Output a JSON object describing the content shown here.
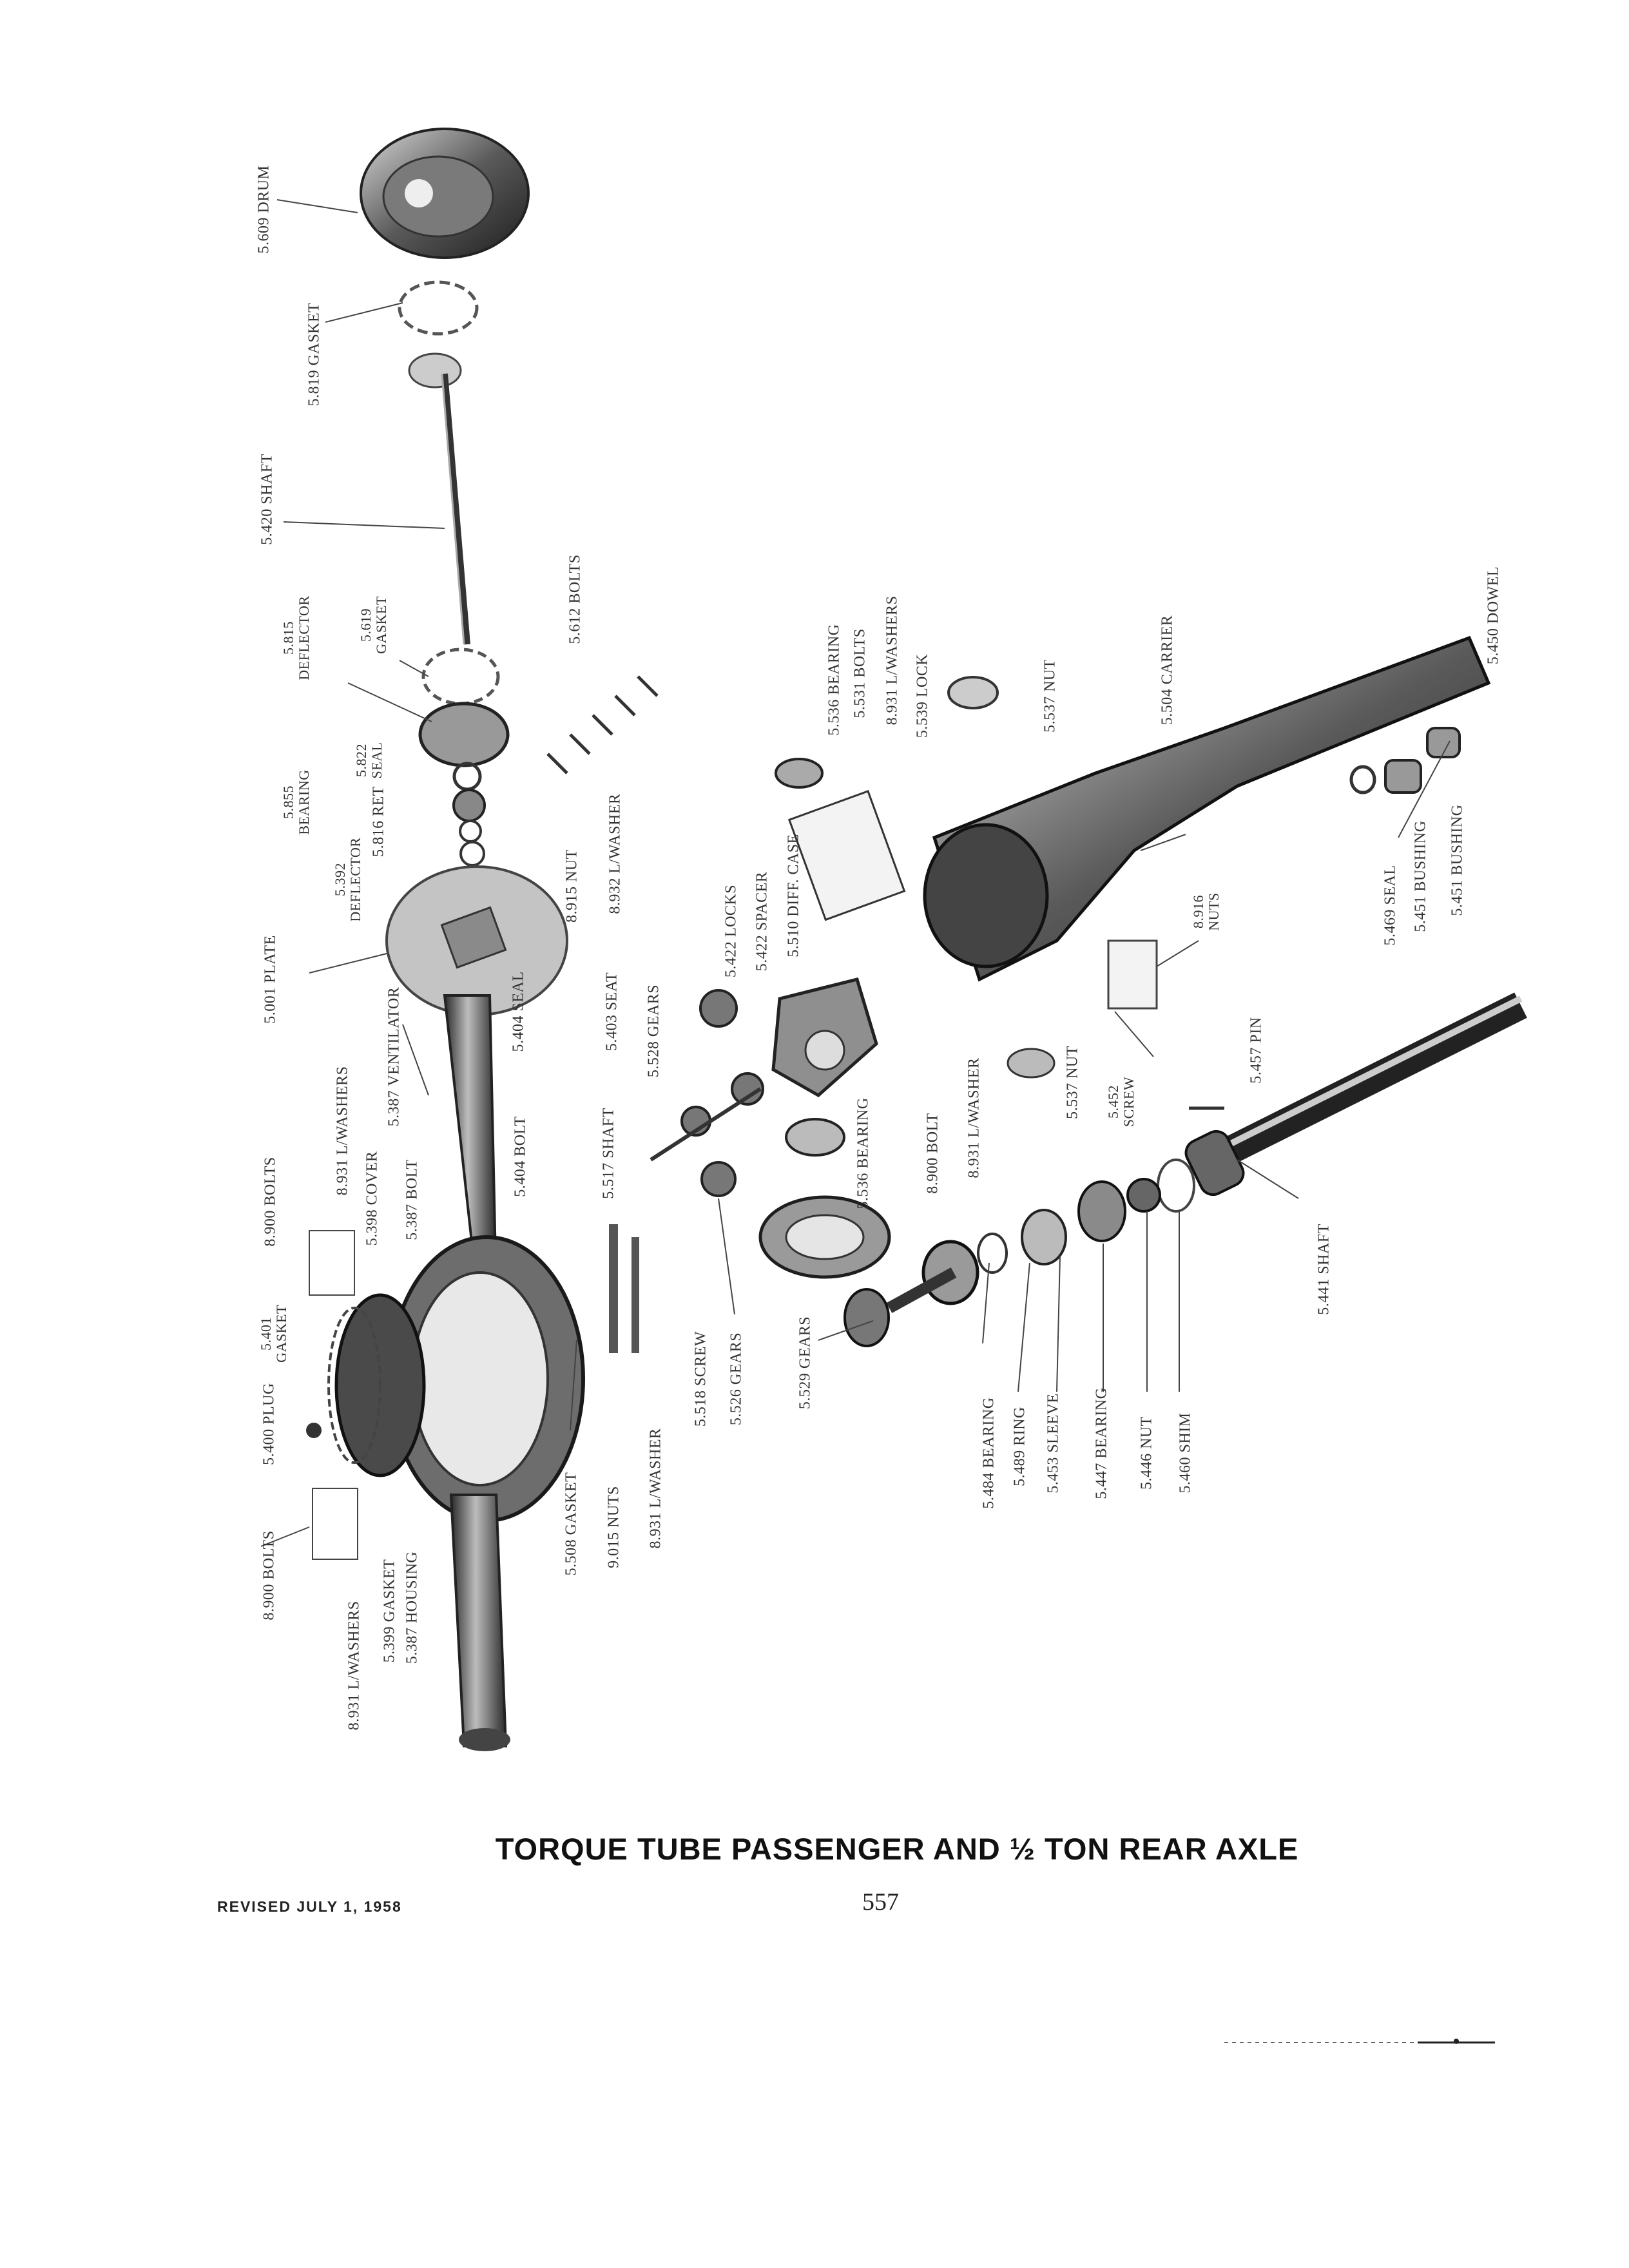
{
  "title": "TORQUE TUBE PASSENGER AND ½ TON REAR AXLE",
  "revised": "REVISED JULY 1, 1958",
  "page_number": "557",
  "labels": {
    "drum": "5.609 DRUM",
    "gasket_5819": "5.819 GASKET",
    "shaft_5420": "5.420 SHAFT",
    "deflector_5815": "5.815\nDEFLECTOR",
    "gasket_5619": "5.619\nGASKET",
    "bolts_5612": "5.612 BOLTS",
    "bearing_5855": "5.855\nBEARING",
    "seal_5822": "5.822\nSEAL",
    "ret_5816": "5.816 RET",
    "deflector_5392": "5.392\nDEFLECTOR",
    "nut_8915": "8.915 NUT",
    "lwasher_8932": "8.932 L/WASHER",
    "plate_5001": "5.001 PLATE",
    "seal_5404": "5.404 SEAL",
    "seat_5403": "5.403 SEAT",
    "bolt_5404": "5.404 BOLT",
    "ventilator_5387": "5.387 VENTILATOR",
    "lwashers_8931_top": "8.931 L/WASHERS",
    "cover_5398": "5.398 COVER",
    "bolt_5387": "5.387 BOLT",
    "bolts_8900_top": "8.900 BOLTS",
    "gasket_5401": "5.401\nGASKET",
    "plug_5400": "5.400 PLUG",
    "bolts_8900_bottom": "8.900 BOLTS",
    "lwashers_8931_bottom": "8.931 L/WASHERS",
    "gasket_5399": "5.399 GASKET",
    "housing_5387": "5.387 HOUSING",
    "gasket_5508": "5.508 GASKET",
    "nuts_9015": "9.015 NUTS",
    "lwasher_8931": "8.931 L/WASHER",
    "screw_5518": "5.518 SCREW",
    "gears_5526": "5.526 GEARS",
    "shaft_5517": "5.517 SHAFT",
    "gears_5528": "5.528 GEARS",
    "locks_5422": "5.422 LOCKS",
    "spacer_5422": "5.422 SPACER",
    "diffcase_5510": "5.510 DIFF. CASE",
    "bearing_5536_lower": "5.536 BEARING",
    "gears_5529": "5.529 GEARS",
    "bearing_5536_top": "5.536 BEARING",
    "bolts_5531": "5.531 BOLTS",
    "lwashers_8931": "8.931 L/WASHERS",
    "lock_5539": "5.539 LOCK",
    "nut_5537_top": "5.537 NUT",
    "bolt_8900": "8.900 BOLT",
    "lwasher_8931_b": "8.931 L/WASHER",
    "nut_5537_lower": "5.537 NUT",
    "carrier_5504": "5.504 CARRIER",
    "dowel_5450": "5.450 DOWEL",
    "nuts_8916": "8.916\nNUTS",
    "screw_5452": "5.452\nSCREW",
    "pin_5457": "5.457 PIN",
    "seal_5469": "5.469 SEAL",
    "bushing_5451_a": "5.451 BUSHING",
    "bushing_5451_b": "5.451 BUSHING",
    "shaft_5441": "5.441 SHAFT",
    "bearing_5484": "5.484 BEARING",
    "ring_5489": "5.489 RING",
    "sleeve_5453": "5.453 SLEEVE",
    "bearing_5447": "5.447 BEARING",
    "nut_5446": "5.446 NUT",
    "shim_5460": "5.460 SHIM"
  }
}
